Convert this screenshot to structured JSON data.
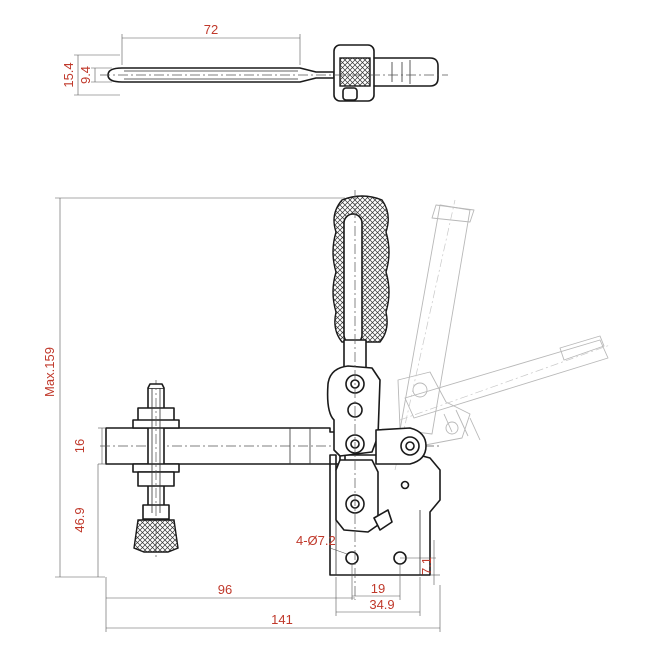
{
  "colors": {
    "dimension_text": "#c0392b",
    "outline": "#1a1a1a",
    "ghost": "#b8b8b8"
  },
  "top_view": {
    "handle_length": "72",
    "width_outer": "15.4",
    "width_inner": "9.4"
  },
  "side_view": {
    "max_height": "Max.159",
    "bar_height": "16",
    "base_height": "46.9",
    "hole_spec": "4-Ø7.2",
    "hole_offset": "7.1",
    "hole_pitch": "19",
    "base_width": "34.9",
    "spindle_reach": "96",
    "overall_length": "141"
  }
}
